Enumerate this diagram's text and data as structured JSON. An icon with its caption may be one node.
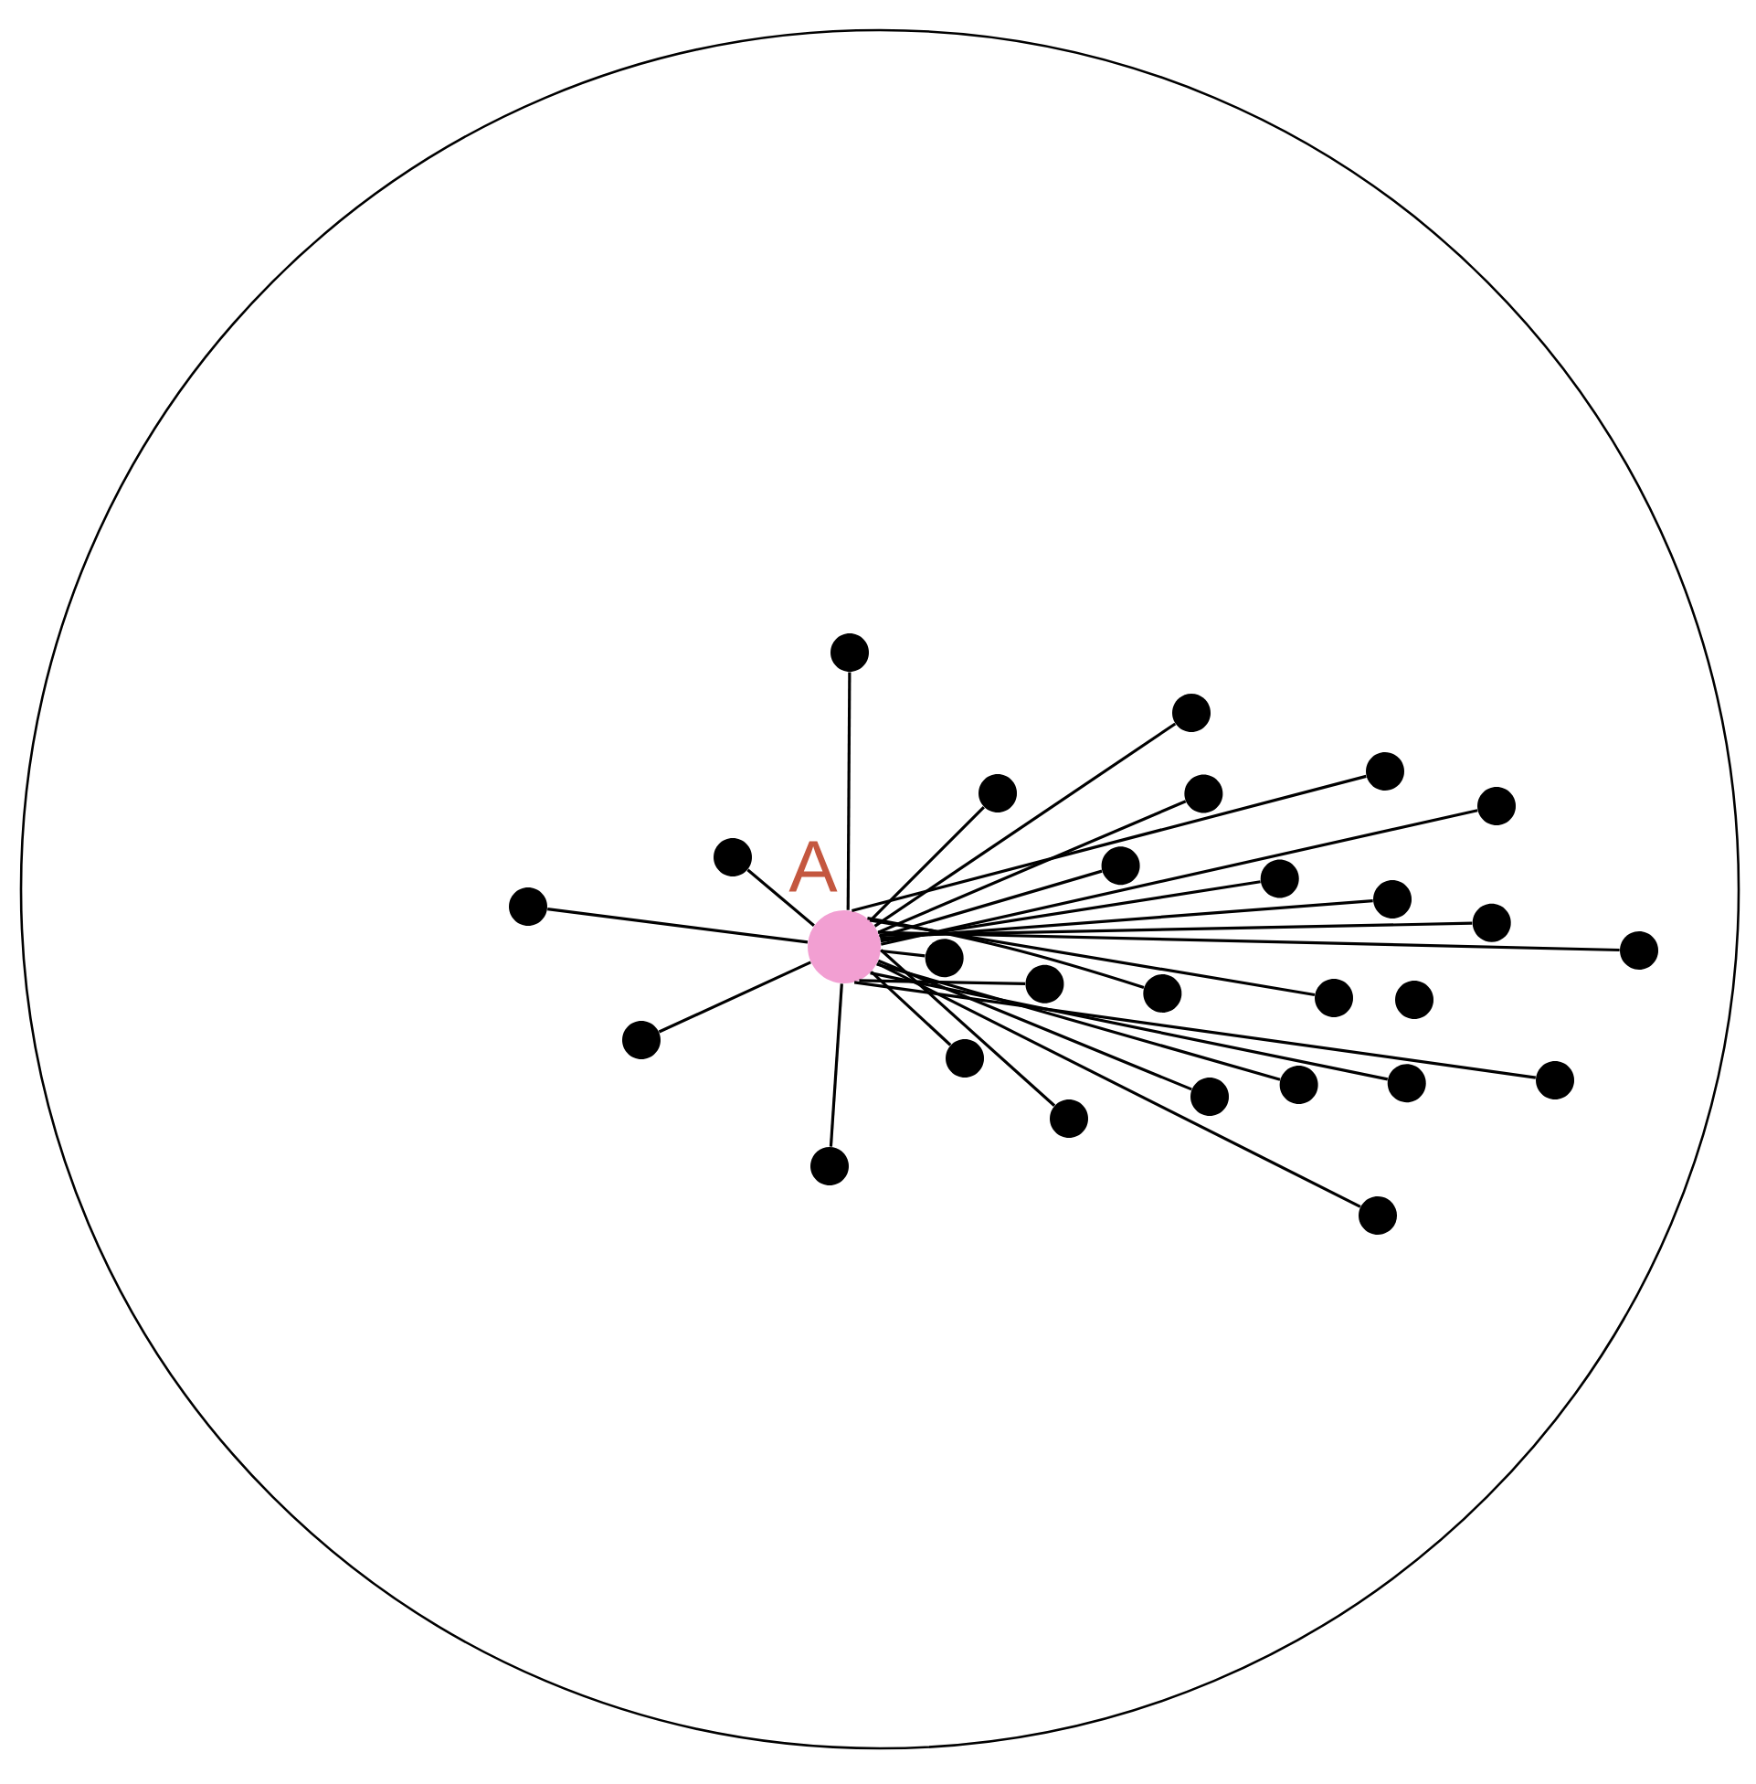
{
  "diagram": {
    "nodes": [
      {
        "text": [
          "A"
        ]
      },
      {
        "text": [],
        "shape": "circle"
      },
      {
        "text": [],
        "shape": "circle"
      },
      {
        "text": [],
        "shape": "circle"
      },
      {
        "text": [],
        "shape": "circle"
      },
      {
        "text": [],
        "shape": "circle"
      },
      {
        "text": [],
        "shape": "circle"
      },
      {
        "text": [],
        "shape": "circle"
      },
      {
        "text": [],
        "shape": "circle"
      },
      {
        "text": [],
        "shape": "circle"
      },
      {
        "text": [],
        "shape": "circle"
      },
      {
        "text": [],
        "shape": "circle"
      },
      {
        "text": [],
        "shape": "circle"
      },
      {
        "text": [],
        "shape": "circle"
      },
      {
        "text": [],
        "shape": "circle"
      },
      {
        "text": [],
        "shape": "circle"
      },
      {
        "text": [],
        "shape": "circle"
      },
      {
        "text": [],
        "shape": "circle"
      },
      {
        "text": [],
        "shape": "circle"
      },
      {
        "text": [],
        "shape": "circle"
      },
      {
        "text": [],
        "shape": "circle"
      },
      {
        "text": [],
        "shape": "circle"
      },
      {
        "text": [],
        "shape": "circle"
      },
      {
        "text": [],
        "shape": "circle"
      },
      {
        "text": [],
        "shape": "circle"
      },
      {
        "text": [],
        "shape": "circle"
      },
      {
        "text": [],
        "shape": "circle"
      },
      {
        "text": [],
        "shape": "circle"
      }
    ],
    "edges": [
      {
        "from": 0,
        "to": 1,
        "arrow": "none"
      },
      {
        "from": 0,
        "to": 2,
        "arrow": "none"
      },
      {
        "from": 0,
        "to": 3,
        "arrow": "none"
      },
      {
        "from": 0,
        "to": 4,
        "arrow": "none"
      },
      {
        "from": 0,
        "to": 5,
        "arrow": "none"
      },
      {
        "from": 0,
        "to": 6,
        "arrow": "none"
      },
      {
        "from": 0,
        "to": 7,
        "arrow": "none"
      },
      {
        "from": 0,
        "to": 8,
        "arrow": "none"
      },
      {
        "from": 0,
        "to": 9,
        "arrow": "none"
      },
      {
        "from": 0,
        "to": 10,
        "arrow": "none"
      },
      {
        "from": 0,
        "to": 11,
        "arrow": "none"
      },
      {
        "from": 0,
        "to": 12,
        "arrow": "none"
      },
      {
        "from": 0,
        "to": 13,
        "arrow": "none"
      },
      {
        "from": 0,
        "to": 14,
        "arrow": "none"
      },
      {
        "from": 0,
        "to": 15,
        "arrow": "none"
      },
      {
        "from": 0,
        "to": 16,
        "arrow": "none"
      },
      {
        "from": 0,
        "to": 17,
        "arrow": "none"
      },
      {
        "from": 0,
        "to": 18,
        "arrow": "none"
      },
      {
        "from": 0,
        "to": 19,
        "arrow": "none"
      },
      {
        "from": 0,
        "to": 20,
        "arrow": "none"
      },
      {
        "from": 0,
        "to": 21,
        "arrow": "none"
      },
      {
        "from": 0,
        "to": 22,
        "arrow": "none"
      },
      {
        "from": 0,
        "to": 24,
        "arrow": "none"
      },
      {
        "from": 0,
        "to": 25,
        "arrow": "none"
      },
      {
        "from": 0,
        "to": 26,
        "arrow": "none"
      },
      {
        "from": 0,
        "to": 27,
        "arrow": "none"
      }
    ]
  }
}
